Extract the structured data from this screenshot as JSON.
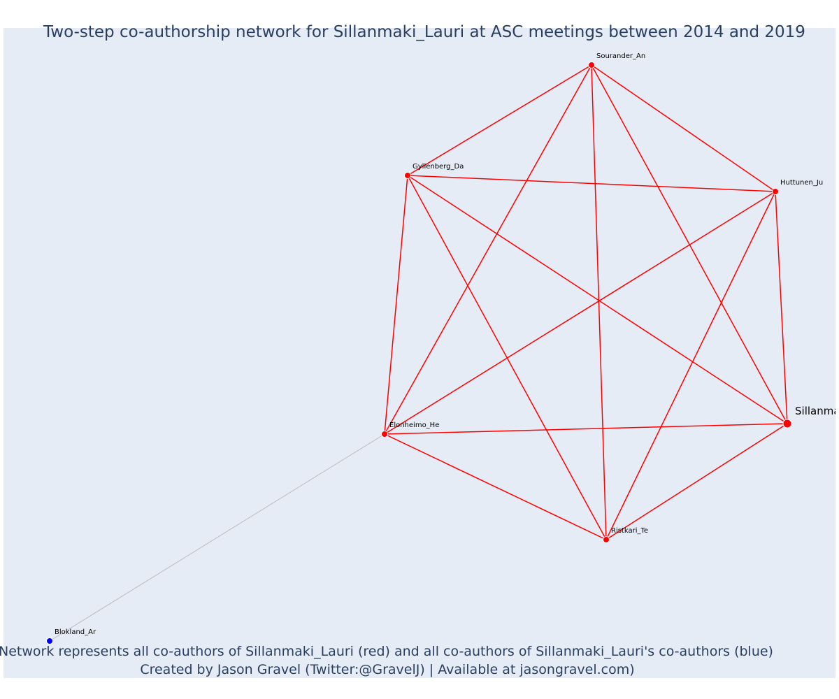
{
  "title": "Two-step co-authorship network for Sillanmaki_Lauri at ASC meetings between 2014 and 2019",
  "caption_line1": "Network represents all co-authors of Sillanmaki_Lauri (red) and all co-authors of Sillanmaki_Lauri's co-authors (blue)",
  "caption_line2": "Created by Jason Gravel (Twitter:@GravelJ) | Available at jasongravel.com)",
  "colors": {
    "plot_background": "#e5ecf6",
    "direct_node": "#ff0000",
    "direct_edge": "#ff0000",
    "second_step_node": "#0000ff",
    "second_step_edge": "#bbbbbb",
    "title_text": "#2a3f5f"
  },
  "nodes": [
    {
      "id": "Sourander_An",
      "label": "Sourander_An",
      "group": "coauthor"
    },
    {
      "id": "Gyllenberg_Da",
      "label": "Gyllenberg_Da",
      "group": "coauthor"
    },
    {
      "id": "Huttunen_Ju",
      "label": "Huttunen_Ju",
      "group": "coauthor"
    },
    {
      "id": "Sillanmaki_Lauri",
      "label": "Sillanma",
      "group": "focal"
    },
    {
      "id": "Elonheimo_He",
      "label": "Elonheimo_He",
      "group": "coauthor"
    },
    {
      "id": "Ristkari_Te",
      "label": "Ristkari_Te",
      "group": "coauthor"
    },
    {
      "id": "Blokland_Ar",
      "label": "Blokland_Ar",
      "group": "second_step"
    }
  ],
  "edges": [
    {
      "source": "Sourander_An",
      "target": "Gyllenberg_Da",
      "type": "direct"
    },
    {
      "source": "Sourander_An",
      "target": "Huttunen_Ju",
      "type": "direct"
    },
    {
      "source": "Sourander_An",
      "target": "Sillanmaki_Lauri",
      "type": "direct"
    },
    {
      "source": "Sourander_An",
      "target": "Elonheimo_He",
      "type": "direct"
    },
    {
      "source": "Sourander_An",
      "target": "Ristkari_Te",
      "type": "direct"
    },
    {
      "source": "Gyllenberg_Da",
      "target": "Huttunen_Ju",
      "type": "direct"
    },
    {
      "source": "Gyllenberg_Da",
      "target": "Sillanmaki_Lauri",
      "type": "direct"
    },
    {
      "source": "Gyllenberg_Da",
      "target": "Elonheimo_He",
      "type": "direct"
    },
    {
      "source": "Gyllenberg_Da",
      "target": "Ristkari_Te",
      "type": "direct"
    },
    {
      "source": "Huttunen_Ju",
      "target": "Sillanmaki_Lauri",
      "type": "direct"
    },
    {
      "source": "Huttunen_Ju",
      "target": "Elonheimo_He",
      "type": "direct"
    },
    {
      "source": "Huttunen_Ju",
      "target": "Ristkari_Te",
      "type": "direct"
    },
    {
      "source": "Sillanmaki_Lauri",
      "target": "Elonheimo_He",
      "type": "direct"
    },
    {
      "source": "Sillanmaki_Lauri",
      "target": "Ristkari_Te",
      "type": "direct"
    },
    {
      "source": "Elonheimo_He",
      "target": "Ristkari_Te",
      "type": "direct"
    },
    {
      "source": "Elonheimo_He",
      "target": "Blokland_Ar",
      "type": "second_step"
    }
  ]
}
